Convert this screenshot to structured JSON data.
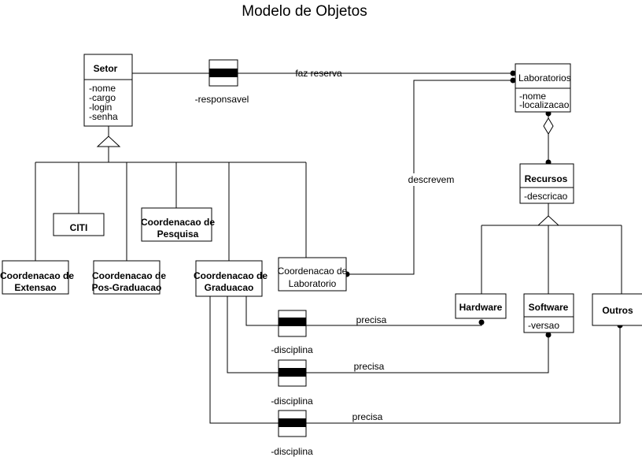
{
  "title": "Modelo de Objetos",
  "classes": {
    "setor": {
      "name": "Setor",
      "attributes": [
        "-nome",
        "-cargo",
        "-login",
        "-senha"
      ]
    },
    "laboratorios": {
      "name": "Laboratorios",
      "attributes": [
        "-nome",
        "-localizacao"
      ]
    },
    "recursos": {
      "name": "Recursos",
      "attributes": [
        "-descricao"
      ]
    },
    "citi": {
      "name": "CITI"
    },
    "coord_pesquisa": {
      "name": [
        "Coordenacao de",
        "Pesquisa"
      ]
    },
    "coord_extensao": {
      "name": [
        "Coordenacao de",
        "Extensao"
      ]
    },
    "coord_pos": {
      "name": [
        "Coordenacao de",
        "Pos-Graduacao"
      ]
    },
    "coord_graduacao": {
      "name": [
        "Coordenacao de",
        "Graduacao"
      ]
    },
    "coord_laboratorio": {
      "name": [
        "Coordenacao de",
        "Laboratorio"
      ]
    },
    "hardware": {
      "name": "Hardware"
    },
    "software": {
      "name": "Software",
      "attributes": [
        "-versao"
      ]
    },
    "outros": {
      "name": "Outros"
    }
  },
  "associations": {
    "faz_reserva": {
      "label": "faz reserva",
      "qualifier": "-responsavel"
    },
    "descrevem": {
      "label": "descrevem"
    },
    "precisa_hardware": {
      "label": "precisa",
      "qualifier": "-disciplina"
    },
    "precisa_software": {
      "label": "precisa",
      "qualifier": "-disciplina"
    },
    "precisa_outros": {
      "label": "precisa",
      "qualifier": "-disciplina"
    }
  }
}
